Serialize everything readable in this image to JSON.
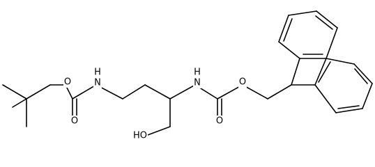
{
  "atom_labels": {
    "o_ether_boc": "O",
    "nh_boc": "N",
    "h_nh_boc": "H",
    "o_carbonyl_boc": "O",
    "nh_fmoc": "N",
    "h_nh_fmoc": "H",
    "o_ether_fmoc": "O",
    "o_carbonyl_fmoc": "O",
    "oh": "HO"
  }
}
